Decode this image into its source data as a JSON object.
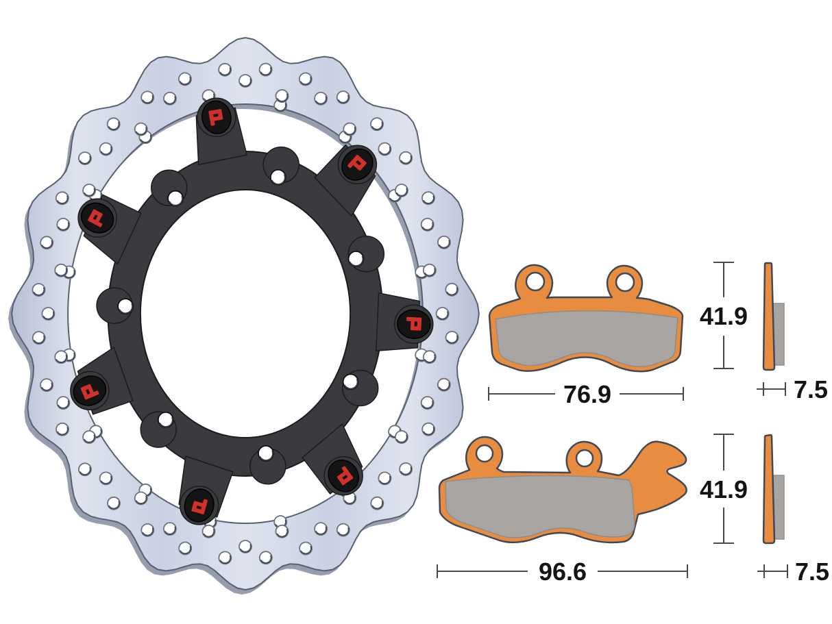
{
  "background": "#ffffff",
  "disc": {
    "label": "floating wave brake disc",
    "wave_lobes": 16,
    "button_count": 7,
    "colors": {
      "band": "#c9d0e2",
      "band_light": "#dfe3ef",
      "band_dark": "#b7bfd5",
      "edge": "#596171",
      "depth": "#969dac",
      "carrier": "#3a3b3e",
      "carrier_edge": "#1c1c1e",
      "button": "#151515",
      "logo_red": "#d1302b",
      "hole_rim": "#6a7280",
      "hole_shadow": "#474e59",
      "hole_fill": "#ffffff",
      "carrier_hole_rim": "#0f0f10",
      "carrier_hole_shadow": "#35383e"
    }
  },
  "pads": {
    "colors": {
      "backing": "#e88c40",
      "outline": "#414957",
      "friction": "#a7a4a2",
      "friction_edge": "#8f8c89",
      "hole_fill": "#ffffff"
    },
    "pad_top": {
      "height": "41.9",
      "width": "76.9",
      "thickness": "7.5"
    },
    "pad_bottom": {
      "height": "41.9",
      "width": "96.6",
      "thickness": "7.5"
    }
  },
  "dim": {
    "line": "#46494e",
    "text": "#141414"
  }
}
